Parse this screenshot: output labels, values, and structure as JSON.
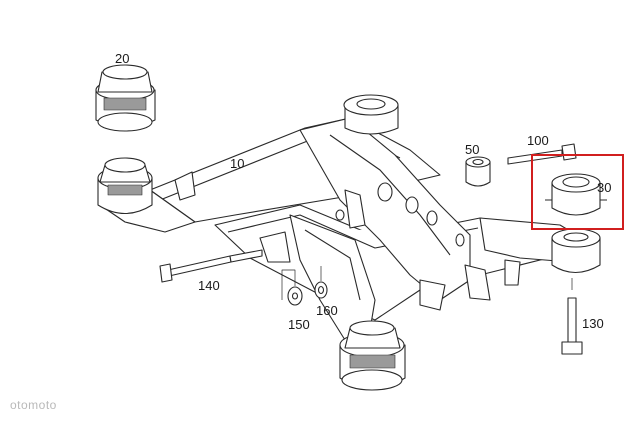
{
  "parts": [
    {
      "id": "p10",
      "label": "10"
    },
    {
      "id": "p20",
      "label": "20"
    },
    {
      "id": "p30",
      "label": "30"
    },
    {
      "id": "p50",
      "label": "50"
    },
    {
      "id": "p100",
      "label": "100"
    },
    {
      "id": "p130",
      "label": "130"
    },
    {
      "id": "p140",
      "label": "140"
    },
    {
      "id": "p150",
      "label": "150"
    },
    {
      "id": "p160",
      "label": "160"
    }
  ],
  "highlight": {
    "part": "30",
    "color": "#d11f1f"
  },
  "watermark": "otomoto",
  "colors": {
    "line": "#2a2a2a",
    "fill": "#ffffff",
    "shade": "#9a9a9a"
  }
}
